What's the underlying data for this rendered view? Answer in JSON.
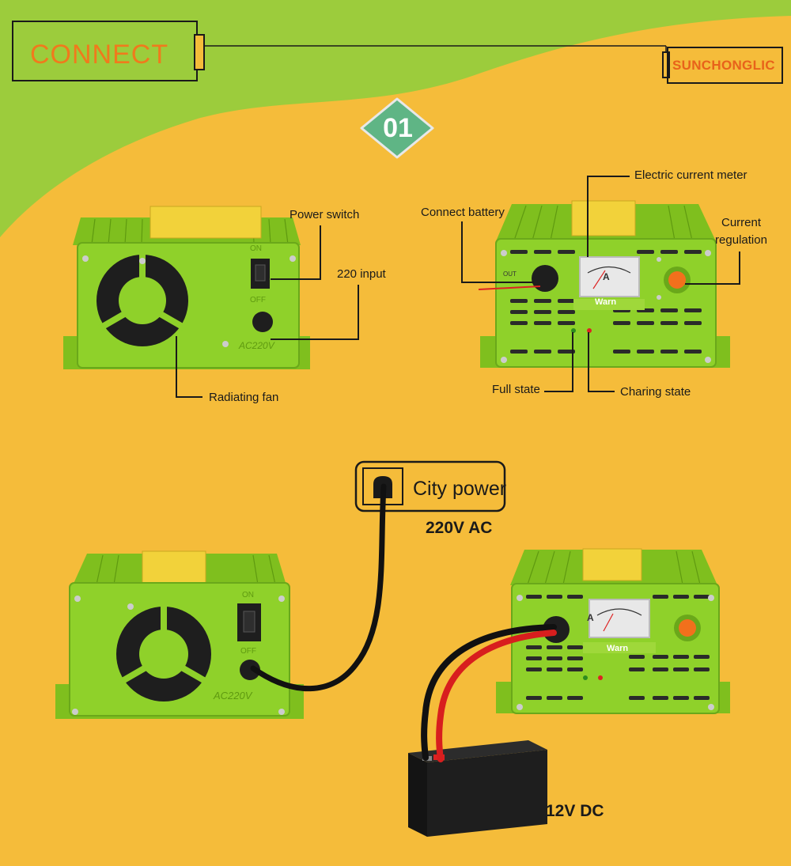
{
  "header": {
    "title": "CONNECT",
    "brand": "SUNCHONGLIC",
    "step_badge": "01"
  },
  "colors": {
    "background_yellow": "#f5bc3a",
    "background_green": "#9ccc3c",
    "device_green": "#8fd12a",
    "title_orange": "#f07a1c",
    "badge_green": "#5fb585",
    "label_text": "#1a1a1a"
  },
  "front_panel_labels": {
    "power_switch": "Power switch",
    "input_220": "220 input",
    "radiating_fan": "Radiating fan",
    "switch_on": "ON",
    "switch_off": "OFF",
    "ac_marking": "AC220V"
  },
  "rear_panel_labels": {
    "connect_battery": "Connect battery",
    "electric_current_meter": "Electric current meter",
    "current_regulation_line1": "Current",
    "current_regulation_line2": "regulation",
    "full_state": "Full state",
    "charing_state": "Charing state",
    "warn": "Warn",
    "out": "OUT",
    "meter_unit": "A"
  },
  "wiring": {
    "city_power": "City power",
    "ac_voltage": "220V AC",
    "dc_voltage": "12V DC"
  }
}
